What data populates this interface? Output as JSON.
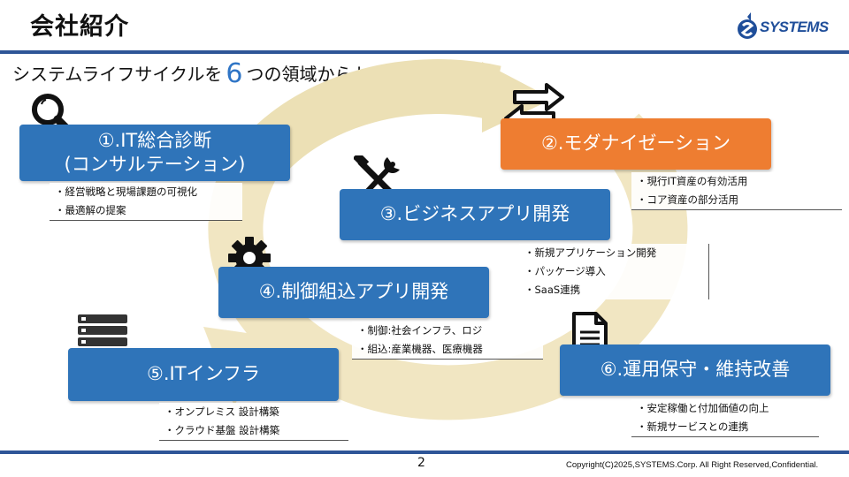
{
  "header": {
    "title": "会社紹介",
    "logo_text": "SYSTEMS"
  },
  "subtitle": {
    "before": "システムライフサイクルを",
    "number": "6",
    "after": "つの領域からトータルサポート"
  },
  "areas": [
    {
      "label_line1": "①.IT総合診断",
      "label_line2": "(コンサルテーション)",
      "bullets": [
        "・経営戦略と現場課題の可視化",
        "・最適解の提案"
      ]
    },
    {
      "label": "②.モダナイゼーション",
      "bullets": [
        "・現行IT資産の有効活用",
        "・コア資産の部分活用"
      ]
    },
    {
      "label": "③.ビジネスアプリ開発",
      "bullets": [
        "・新規アプリケーション開発",
        "・パッケージ導入",
        "・SaaS連携"
      ]
    },
    {
      "label": "④.制御組込アプリ開発",
      "bullets": [
        "・制御:社会インフラ、ロジ",
        "・組込:産業機器、医療機器"
      ]
    },
    {
      "label": "⑤.ITインフラ",
      "bullets": [
        "・オンプレミス 設計構築",
        "・クラウド基盤 設計構築"
      ]
    },
    {
      "label": "⑥.運用保守・維持改善",
      "bullets": [
        "・安定稼働と付加価値の向上",
        "・新規サービスとの連携"
      ]
    }
  ],
  "icons": [
    "magnifier-icon",
    "swap-arrows-icon",
    "tools-icon",
    "gear-icon",
    "server-icon",
    "document-icon"
  ],
  "colors": {
    "blue_box": "#2f74b9",
    "orange_box": "#ee7d31",
    "accent_line": "#2e5597",
    "cycle": "#f1e6c2"
  },
  "footer": {
    "page_number": "2",
    "copyright": "Copyright(C)2025,SYSTEMS.Corp. All Right Reserved,Confidential."
  }
}
